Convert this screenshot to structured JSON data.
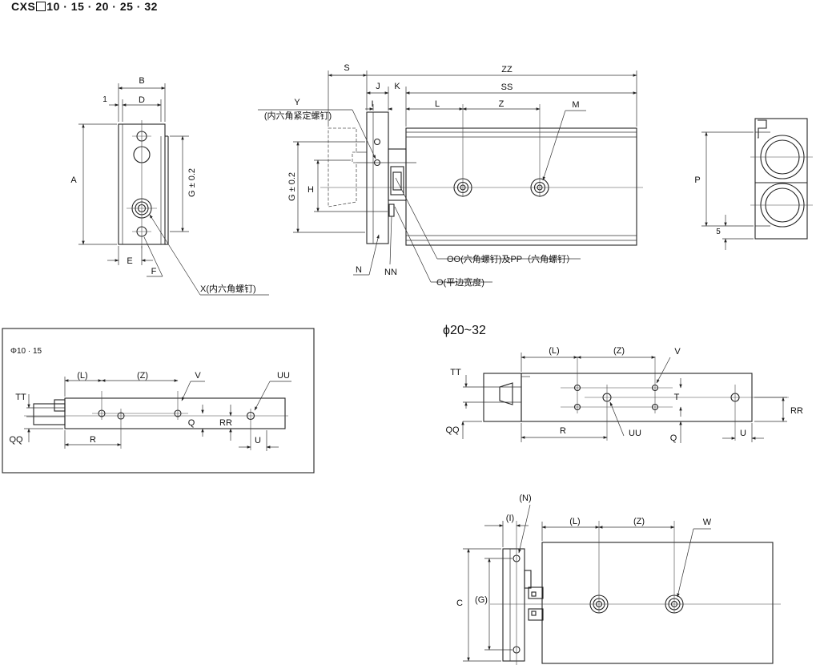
{
  "title": {
    "prefix": "CXS",
    "models": "10 · 15 · 20 · 25 · 32"
  },
  "side_view": {
    "B": "B",
    "one": "1",
    "D": "D",
    "A": "A",
    "G": "G ± 0.2",
    "E": "E",
    "F": "F",
    "X": "X(内六角螺钉)"
  },
  "front_view": {
    "S": "S",
    "ZZ": "ZZ",
    "J": "J",
    "K": "K",
    "SS": "SS",
    "Y": "Y",
    "Y_note": "(内六角紧定螺钉)",
    "I": "I",
    "L": "L",
    "Z": "Z",
    "M": "M",
    "G": "G ± 0.2",
    "H": "H",
    "N": "N",
    "NN": "NN",
    "OO": "OO(六角螺钉)及PP（六角螺钉）",
    "O": "O(平边宽度)"
  },
  "end_view": {
    "P": "P",
    "five": "5"
  },
  "bottom_small": {
    "heading": "Φ10 · 15",
    "L": "(L)",
    "Z": "(Z)",
    "V": "V",
    "UU": "UU",
    "TT": "TT",
    "QQ": "QQ",
    "Q": "Q",
    "RR": "RR",
    "R": "R",
    "U": "U"
  },
  "bottom_large": {
    "heading": "ϕ20~32",
    "L": "(L)",
    "Z": "(Z)",
    "V": "V",
    "TT": "TT",
    "T": "T",
    "RR": "RR",
    "QQ": "QQ",
    "R": "R",
    "UU": "UU",
    "Q": "Q",
    "U": "U"
  },
  "top_view": {
    "N": "(N)",
    "I": "(I)",
    "L": "(L)",
    "Z": "(Z)",
    "W": "W",
    "C": "C",
    "G": "(G)"
  }
}
